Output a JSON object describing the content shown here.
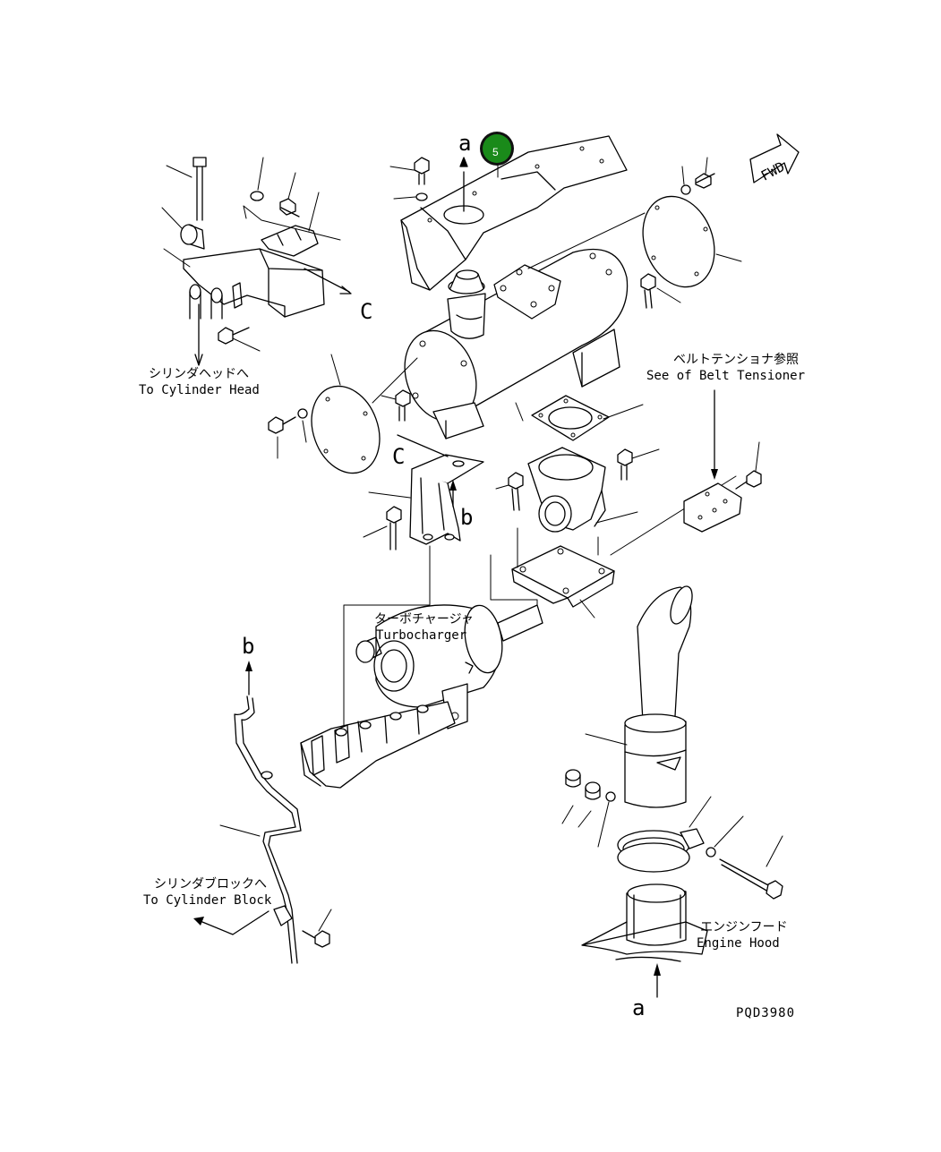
{
  "labels": {
    "to_cylinder_head_jp": "シリンダヘッドへ",
    "to_cylinder_head_en": "To Cylinder Head",
    "belt_tensioner_jp": "ベルトテンショナ参照",
    "belt_tensioner_en": "See of Belt Tensioner",
    "turbocharger_jp": "ターボチャージャ",
    "turbocharger_en": "Turbocharger",
    "to_cylinder_block_jp": "シリンダブロックへ",
    "to_cylinder_block_en": "To Cylinder Block",
    "engine_hood_jp": "エンジンフード",
    "engine_hood_en": "Engine Hood",
    "fwd": "FWD",
    "ref_a_top": "a",
    "ref_a_bottom": "a",
    "ref_b_left": "b",
    "ref_b_mid": "b",
    "ref_c_top": "C",
    "ref_c_mid": "C",
    "drawing_code": "PQD3980"
  },
  "callouts": [
    {
      "number": "5",
      "color": "#1a8a1a"
    }
  ]
}
